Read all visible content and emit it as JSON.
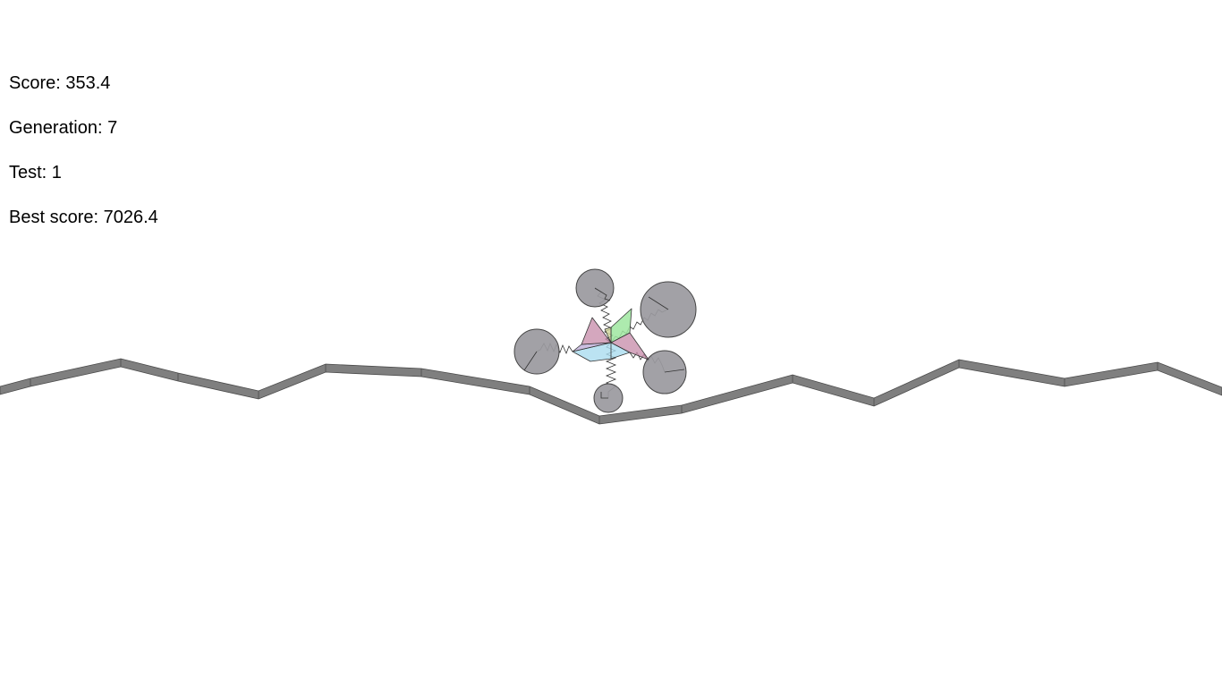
{
  "hud": {
    "score_label": "Score: 353.4",
    "generation_label": "Generation: 7",
    "test_label": "Test: 1",
    "best_score_label": "Best score: 7026.4"
  },
  "colors": {
    "ground": "#7f7f7f",
    "wheel": "#9a999e",
    "body_pink": "#c58aa8",
    "body_green": "#9fe6a0",
    "body_blue": "#aadcef",
    "body_lavender": "#b9a8d6"
  }
}
